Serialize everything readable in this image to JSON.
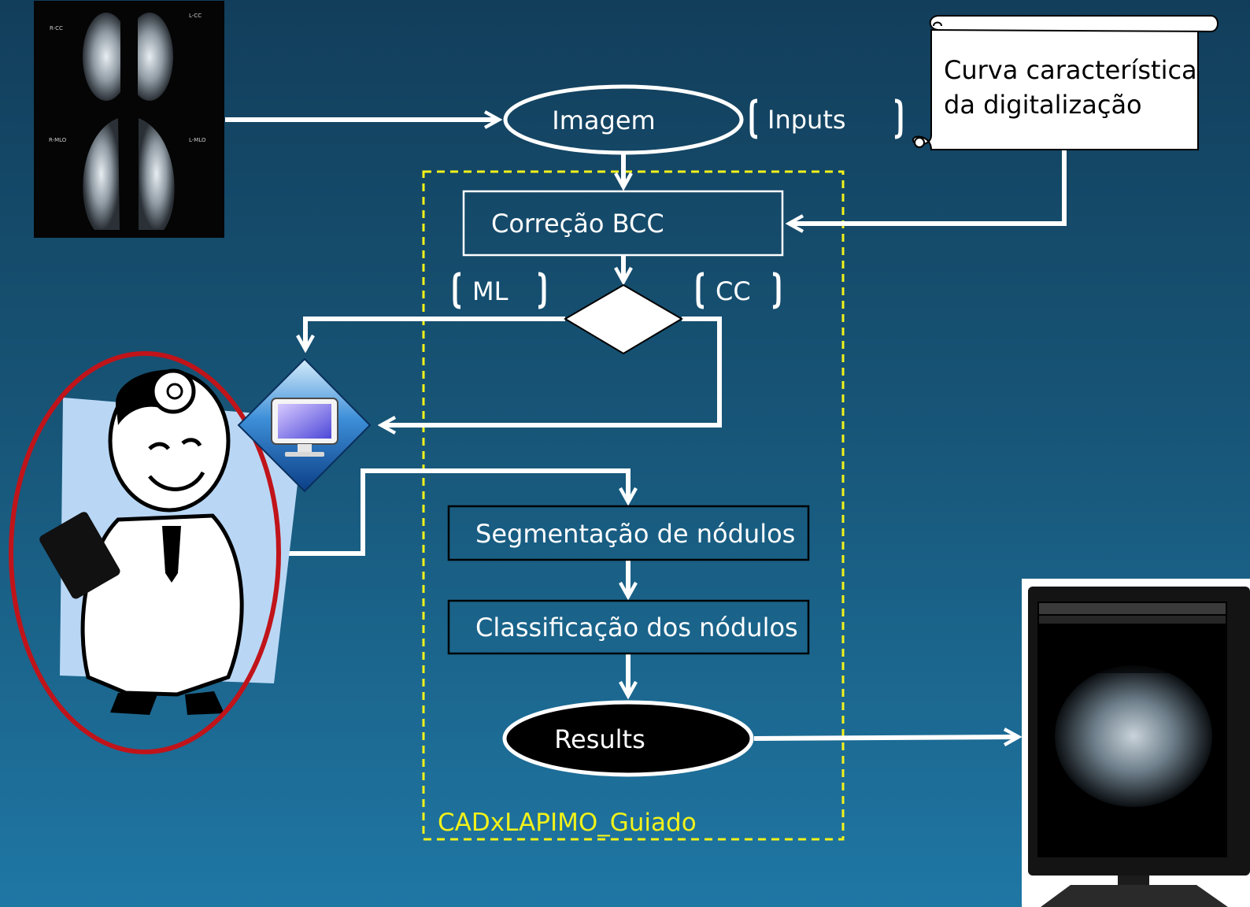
{
  "nodes": {
    "imagem": "Imagem",
    "correcao": "Correção BCC",
    "segmentacao": "Segmentação de nódulos",
    "classificacao": "Classificação dos nódulos",
    "results": "Results"
  },
  "annotations": {
    "inputs": "Inputs",
    "ml": "ML",
    "cc": "CC"
  },
  "scroll": {
    "line1": "Curva característica",
    "line2": "da digitalização"
  },
  "container_label": "CADxLAPIMO_Guiado",
  "mammogram_labels": [
    "R-CC",
    "L-CC",
    "R-MLO",
    "L-MLO"
  ],
  "colors": {
    "background_top": "#123e5b",
    "background_bottom": "#1f77a4",
    "container_border": "#f2f21a",
    "doctor_ellipse": "#c0141a"
  },
  "icons": [
    "mammogram-image",
    "doctor-illustration",
    "computer-icon",
    "monitor-image"
  ]
}
